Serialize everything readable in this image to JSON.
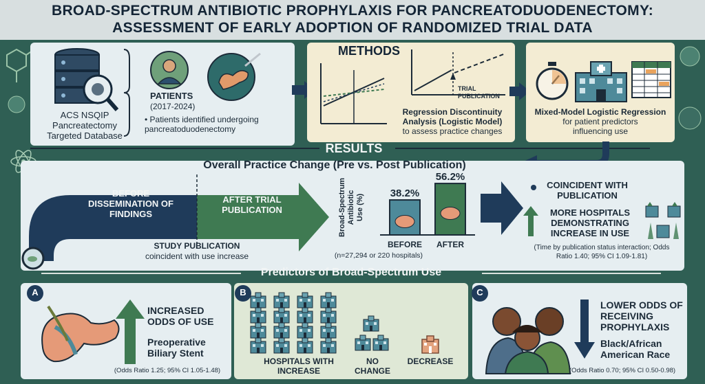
{
  "title": {
    "line1": "BROAD-SPECTRUM ANTIBIOTIC PROPHYLAXIS FOR PANCREATODUODENECTOMY:",
    "line2": "ASSESSMENT OF EARLY ADOPTION OF RANDOMIZED TRIAL DATA"
  },
  "methods": {
    "heading": "METHODS",
    "database": {
      "line1": "ACS NSQIP",
      "line2": "Pancreatectomy",
      "line3": "Targeted Database"
    },
    "patients": {
      "label": "PATIENTS",
      "years": "(2017-2024)",
      "bullet": "Patients identified undergoing pancreatoduodenectomy"
    },
    "rd": {
      "trial_label": "TRIAL",
      "publication_label": "PUBLICATION",
      "line1": "Regression Discontinuity",
      "line2": "Analysis (Logistic Model)",
      "line3": "to assess practice changes"
    },
    "mixed": {
      "line1": "Mixed-Model Logistic Regression",
      "line2": "for patient predictors",
      "line3": "influencing use"
    }
  },
  "results": {
    "heading": "RESULTS",
    "overall_title": "Overall Practice Change (Pre vs. Post Publication)",
    "before_label": "BEFORE DISSEMINATION OF FINDINGS",
    "after_label": "AFTER TRIAL PUBLICATION",
    "study_pub_title": "STUDY PUBLICATION",
    "study_pub_sub": "coincident with use increase",
    "n_note": "(n=27,294 or 220 hospitals)",
    "coincident": "COINCIDENT WITH PUBLICATION",
    "more_hospitals": "MORE HOSPITALS DEMONSTRATING INCREASE IN USE",
    "interaction_note": "(Time by publication status interaction; Odds Ratio 1.40; 95% CI 1.09-1.81)"
  },
  "chart_data": {
    "type": "bar",
    "ylabel": "Broad-Spectrum Antibiotic Use (%)",
    "categories": [
      "BEFORE",
      "AFTER"
    ],
    "values": [
      38.2,
      56.2
    ],
    "value_labels": [
      "38.2%",
      "56.2%"
    ],
    "ylim": [
      0,
      60
    ]
  },
  "predictors": {
    "title": "Predictors of Broad-Spectrum Use",
    "a": {
      "letter": "A",
      "headline": "INCREASED ODDS OF USE",
      "factor": "Preoperative Biliary Stent",
      "stat": "(Odds Ratio 1.25; 95% CI 1.05-1.48)"
    },
    "b": {
      "letter": "B",
      "increase": "HOSPITALS WITH INCREASE",
      "no_change": "NO CHANGE",
      "decrease": "DECREASE"
    },
    "c": {
      "letter": "C",
      "headline": "LOWER ODDS OF RECEIVING PROPHYLAXIS",
      "factor": "Black/African American Race",
      "stat": "(Odds Ratio 0.70; 95% CI 0.50-0.98)"
    }
  },
  "colors": {
    "dark_navy": "#1f3b5a",
    "accent_green": "#3f7a52",
    "panel_cream": "#f3ecd3",
    "panel_blue": "#e6eef1",
    "panel_green": "#dfe8d6"
  }
}
